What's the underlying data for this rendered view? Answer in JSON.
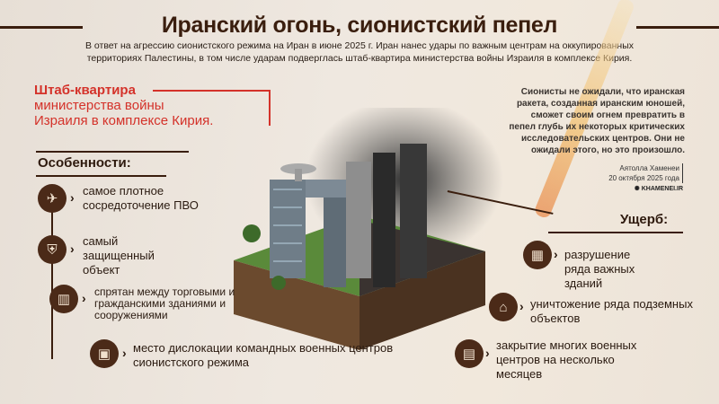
{
  "header": {
    "title": "Иранский огонь, сионистский пепел",
    "subtitle": "В ответ на агрессию сионистского режима на Иран в июне 2025 г. Иран нанес удары по важным центрам на оккупированных территориях Палестины, в том числе ударам подверглась штаб-квартира министерства войны Израиля в комплексе Кирия."
  },
  "hq": {
    "line1": "Штаб-квартира",
    "line2": "министерства войны",
    "line3": "Израиля в комплексе Кирия."
  },
  "features": {
    "heading": "Особенности:",
    "items": [
      {
        "icon": "anti-aircraft-icon",
        "text": "самое плотное сосредоточение ПВО"
      },
      {
        "icon": "shield-icon",
        "text": "самый защищенный объект"
      },
      {
        "icon": "buildings-icon",
        "text": "спрятан между торговыми и гражданскими зданиями и сооружениями"
      },
      {
        "icon": "command-center-icon",
        "text": "место дислокации командных военных центров сионистского режима"
      }
    ]
  },
  "damage": {
    "heading": "Ущерб:",
    "items": [
      {
        "icon": "destroyed-building-icon",
        "text": "разрушение ряда важных зданий"
      },
      {
        "icon": "underground-icon",
        "text": "уничтожение ряда подземных объектов"
      },
      {
        "icon": "closed-center-icon",
        "text": "закрытие многих военных центров на несколько месяцев"
      }
    ]
  },
  "quote": {
    "text": "Сионисты не ожидали, что иранская ракета, созданная иранским юношей, сможет своим огнем превратить в пепел глубь их некоторых критических исследовательских центров. Они не ожидали этого, но это произошло.",
    "author": "Аятолла Хаменеи",
    "date": "20 октября 2025 года",
    "source": "KHAMENEI.IR"
  },
  "colors": {
    "accent": "#d4322a",
    "brown": "#4b2a18"
  }
}
